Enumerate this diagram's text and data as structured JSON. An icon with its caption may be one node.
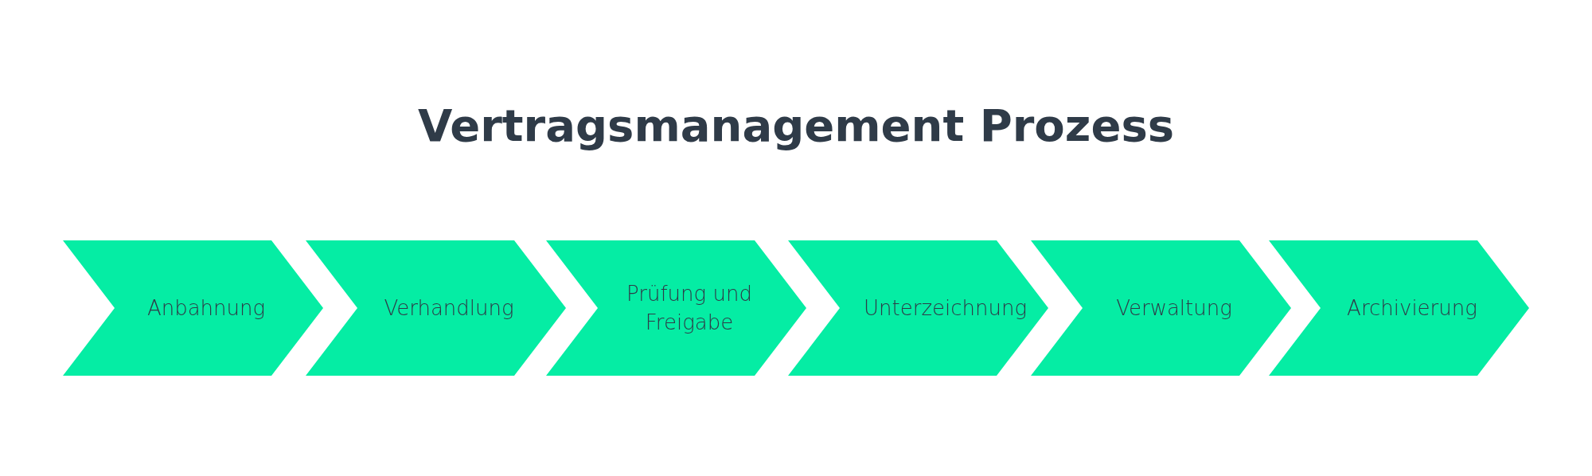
{
  "diagram": {
    "title": "Vertragsmanagement Prozess",
    "nodes": [
      {
        "text": [
          "Anbahnung"
        ]
      },
      {
        "text": [
          "Verhandlung"
        ]
      },
      {
        "text": [
          "Prüfung und Freigabe"
        ]
      },
      {
        "text": [
          "Unterzeichnung"
        ]
      },
      {
        "text": [
          "Verwaltung"
        ]
      },
      {
        "text": [
          "Archivierung"
        ]
      }
    ],
    "edges": []
  }
}
